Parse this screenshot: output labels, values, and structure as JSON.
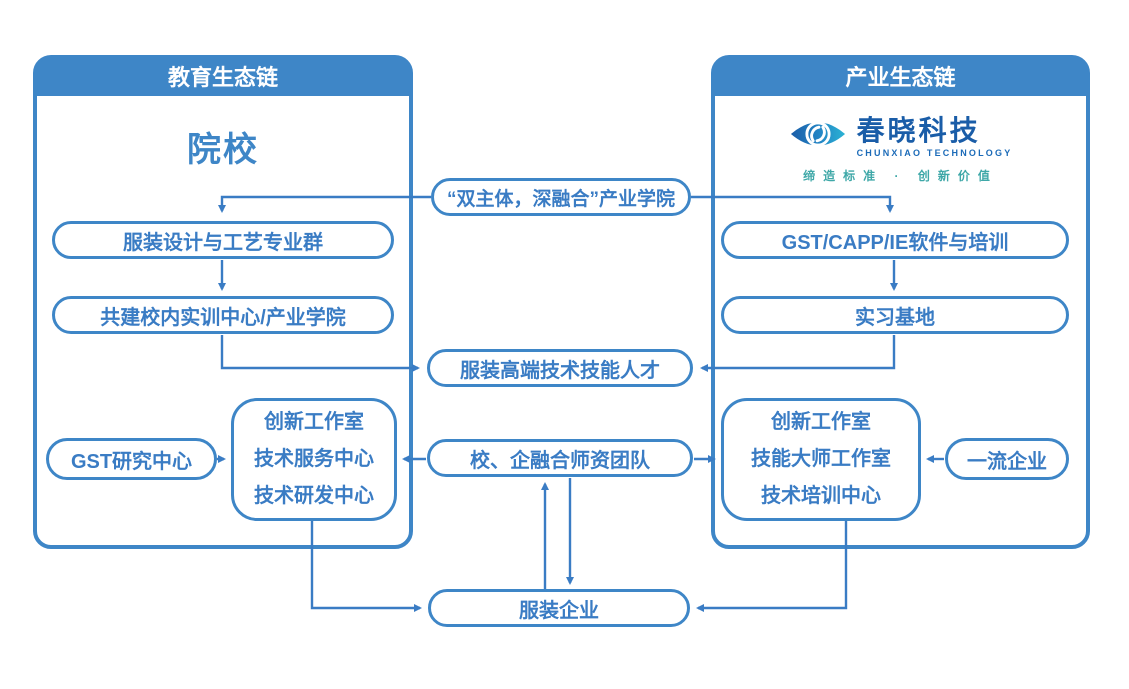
{
  "palette": {
    "primary_blue": "#3e86c7",
    "line_blue": "#3a7cc4",
    "logo_navy": "#1a5da8",
    "logo_teal": "#2ba8ce",
    "tagline_teal": "#3fa8a8"
  },
  "left_panel": {
    "header": "教育生态链",
    "title": "院校"
  },
  "right_panel": {
    "header": "产业生态链",
    "logo": {
      "name": "春晓科技",
      "subtitle": "CHUNXIAO TECHNOLOGY",
      "tagline": "缔造标准 · 创新价值"
    }
  },
  "icons": {
    "logo_icon": "eye-swirl"
  },
  "nodes": {
    "industry_college": "“双主体，深融合”产业学院",
    "edu_group": "服装设计与工艺专业群",
    "training_center": "共建校内实训中心/产业学院",
    "talent": "服装高端技术技能人才",
    "faculty_team": "校、企融合师资团队",
    "garment_enterprise": "服装企业",
    "gst_research": "GST研究中心",
    "left_center": {
      "lines": [
        "创新工作室",
        "技术服务中心",
        "技术研发中心"
      ]
    },
    "software_training": "GST/CAPP/IE软件与培训",
    "internship_base": "实习基地",
    "right_center": {
      "lines": [
        "创新工作室",
        "技能大师工作室",
        "技术培训中心"
      ]
    },
    "first_class_enterprise": "一流企业"
  }
}
